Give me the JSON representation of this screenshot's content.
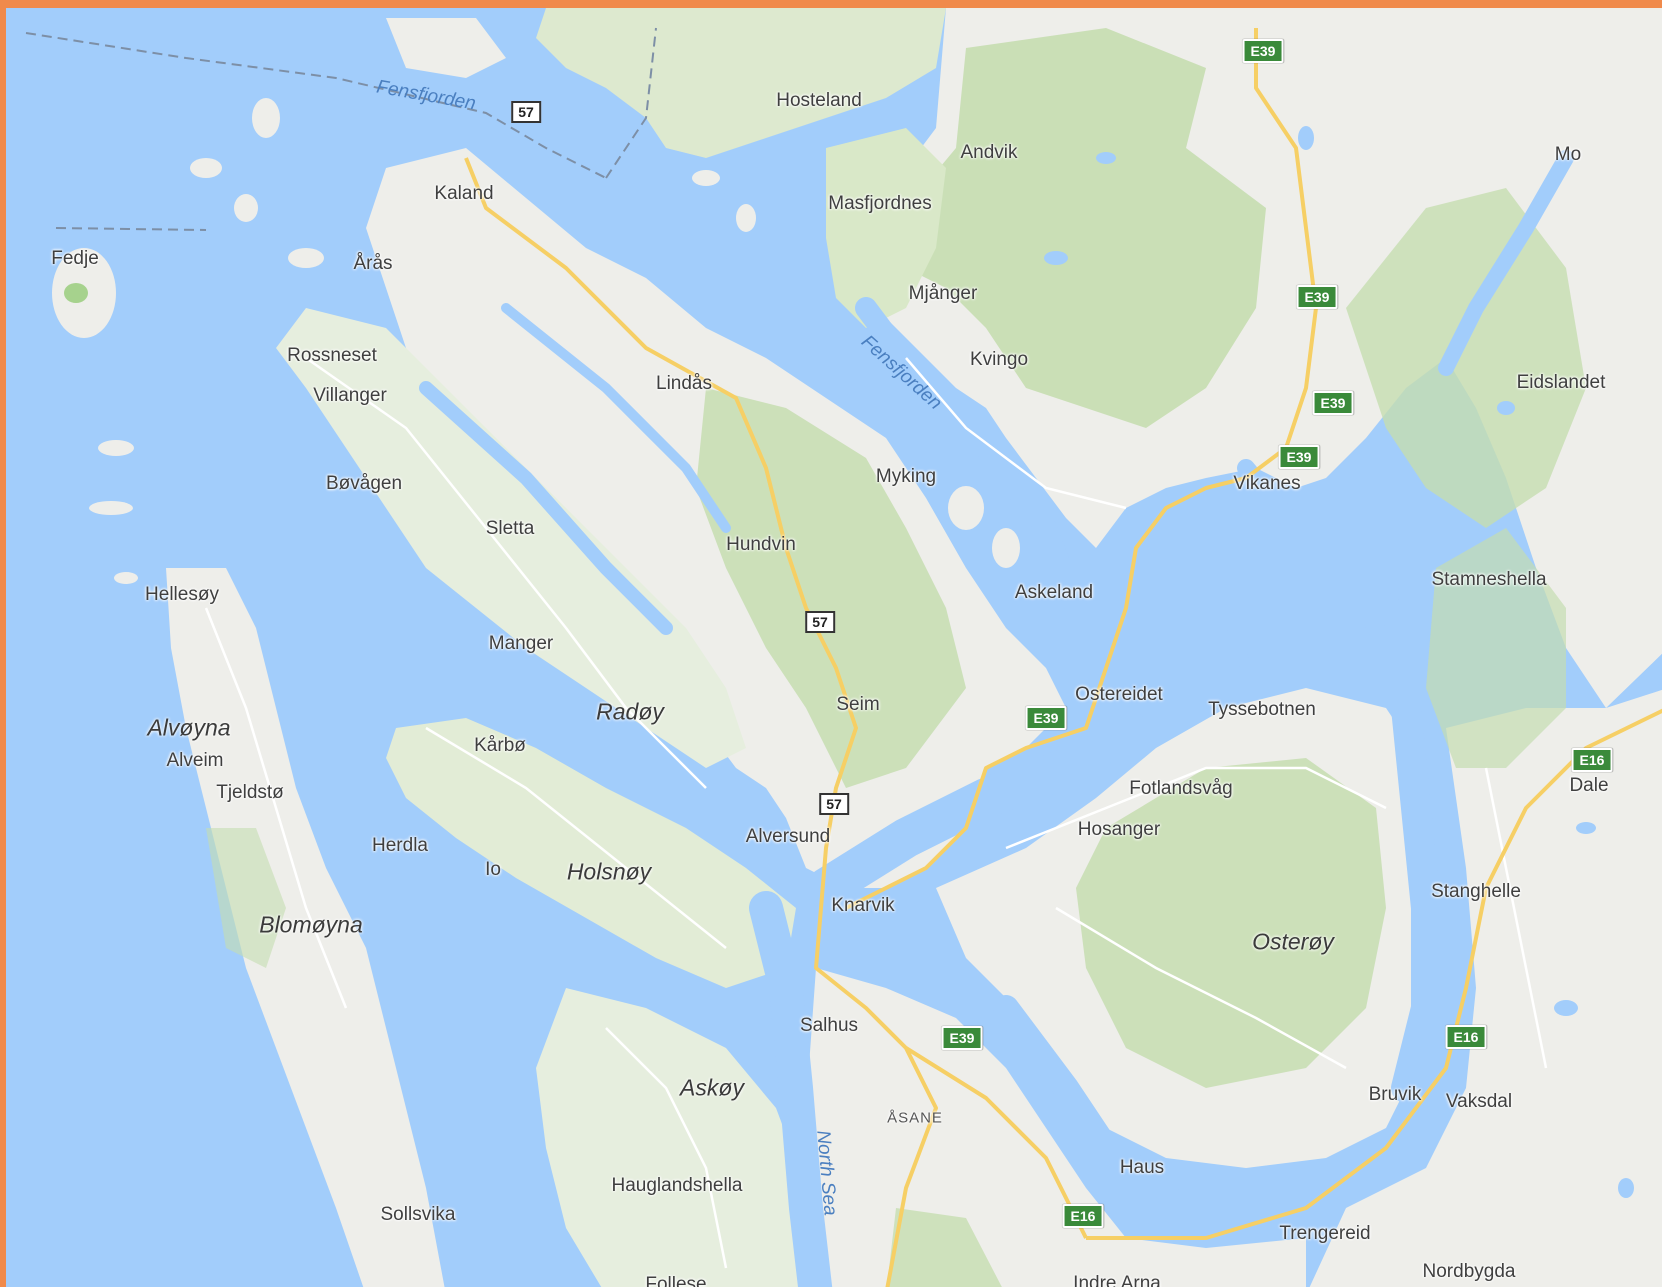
{
  "map": {
    "places": [
      {
        "id": "hosteland",
        "label": "Hosteland"
      },
      {
        "id": "andvik",
        "label": "Andvik"
      },
      {
        "id": "masfjordnes",
        "label": "Masfjordnes"
      },
      {
        "id": "mjanger",
        "label": "Mjånger"
      },
      {
        "id": "kvingo",
        "label": "Kvingo"
      },
      {
        "id": "mo",
        "label": "Mo"
      },
      {
        "id": "kaland",
        "label": "Kaland"
      },
      {
        "id": "fedje",
        "label": "Fedje"
      },
      {
        "id": "aras",
        "label": "Årås"
      },
      {
        "id": "rossneset",
        "label": "Rossneset"
      },
      {
        "id": "villanger",
        "label": "Villanger"
      },
      {
        "id": "lindas",
        "label": "Lindås"
      },
      {
        "id": "eidslandet",
        "label": "Eidslandet"
      },
      {
        "id": "bovagen",
        "label": "Bøvågen"
      },
      {
        "id": "myking",
        "label": "Myking"
      },
      {
        "id": "vikanes",
        "label": "Vikanes"
      },
      {
        "id": "sletta",
        "label": "Sletta"
      },
      {
        "id": "hundvin",
        "label": "Hundvin"
      },
      {
        "id": "hellesoy",
        "label": "Hellesøy"
      },
      {
        "id": "askeland",
        "label": "Askeland"
      },
      {
        "id": "stamneshella",
        "label": "Stamneshella"
      },
      {
        "id": "manger",
        "label": "Manger"
      },
      {
        "id": "seim",
        "label": "Seim"
      },
      {
        "id": "ostereidet",
        "label": "Ostereidet"
      },
      {
        "id": "tyssebotnen",
        "label": "Tyssebotnen"
      },
      {
        "id": "karbo",
        "label": "Kårbø"
      },
      {
        "id": "alveim",
        "label": "Alveim"
      },
      {
        "id": "tjeldsto",
        "label": "Tjeldstø"
      },
      {
        "id": "fotlandsvag",
        "label": "Fotlandsvåg"
      },
      {
        "id": "dale",
        "label": "Dale"
      },
      {
        "id": "hosanger",
        "label": "Hosanger"
      },
      {
        "id": "alversund",
        "label": "Alversund"
      },
      {
        "id": "herdla",
        "label": "Herdla"
      },
      {
        "id": "io",
        "label": "Io"
      },
      {
        "id": "knarvik",
        "label": "Knarvik"
      },
      {
        "id": "stanghelle",
        "label": "Stanghelle"
      },
      {
        "id": "salhus",
        "label": "Salhus"
      },
      {
        "id": "bruvik",
        "label": "Bruvik"
      },
      {
        "id": "vaksdal",
        "label": "Vaksdal"
      },
      {
        "id": "asane",
        "label": "ÅSANE"
      },
      {
        "id": "haus",
        "label": "Haus"
      },
      {
        "id": "hauglandshella",
        "label": "Hauglandshella"
      },
      {
        "id": "sollsvika",
        "label": "Sollsvika"
      },
      {
        "id": "trengereid",
        "label": "Trengereid"
      },
      {
        "id": "nordbygda",
        "label": "Nordbygda"
      },
      {
        "id": "indre-arna",
        "label": "Indre Arna"
      },
      {
        "id": "follese",
        "label": "Follese"
      }
    ],
    "islands": [
      {
        "id": "radoy",
        "label": "Radøy"
      },
      {
        "id": "alvoyna",
        "label": "Alvøyna"
      },
      {
        "id": "holsnoy",
        "label": "Holsnøy"
      },
      {
        "id": "blomoyna",
        "label": "Blomøyna"
      },
      {
        "id": "osteroy",
        "label": "Osterøy"
      },
      {
        "id": "askoy",
        "label": "Askøy"
      }
    ],
    "water": [
      {
        "id": "fensfjorden-1",
        "label": "Fensfjorden"
      },
      {
        "id": "fensfjorden-2",
        "label": "Fensfjorden"
      },
      {
        "id": "north-sea",
        "label": "North Sea"
      }
    ],
    "shields": [
      {
        "id": "e39-1",
        "label": "E39",
        "type": "european"
      },
      {
        "id": "e39-2",
        "label": "E39",
        "type": "european"
      },
      {
        "id": "e39-3",
        "label": "E39",
        "type": "european"
      },
      {
        "id": "e39-4",
        "label": "E39",
        "type": "european"
      },
      {
        "id": "e39-5",
        "label": "E39",
        "type": "european"
      },
      {
        "id": "e39-6",
        "label": "E39",
        "type": "european"
      },
      {
        "id": "e16-1",
        "label": "E16",
        "type": "european"
      },
      {
        "id": "e16-2",
        "label": "E16",
        "type": "european"
      },
      {
        "id": "e16-3",
        "label": "E16",
        "type": "european"
      },
      {
        "id": "n57-1",
        "label": "57",
        "type": "national"
      },
      {
        "id": "n57-2",
        "label": "57",
        "type": "national"
      },
      {
        "id": "n57-3",
        "label": "57",
        "type": "national"
      }
    ],
    "colors": {
      "water": "#a2cdfb",
      "land": "#eeeeea",
      "forest": "#c5ddb0",
      "road_major": "#f6cf65",
      "road_minor": "#ffffff",
      "border": "#f08a4b",
      "shield_e": "#3a8a3a"
    }
  }
}
